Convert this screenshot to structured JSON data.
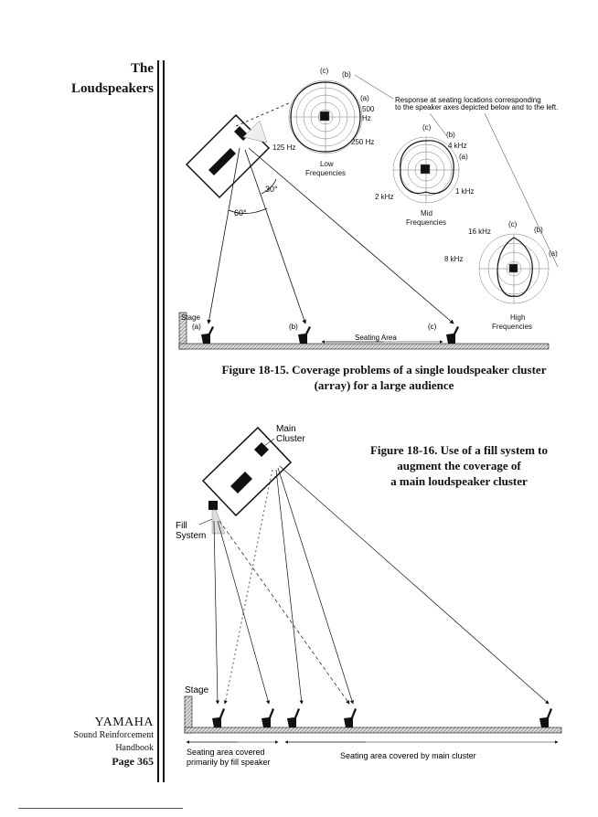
{
  "sidebar": {
    "title_line1": "The",
    "title_line2": "Loudspeakers",
    "footer_brand": "YAMAHA",
    "footer_line2": "Sound Reinforcement",
    "footer_line3": "Handbook",
    "footer_page": "Page 365"
  },
  "fig15": {
    "caption_line1": "Figure 18-15.  Coverage problems of a single loudspeaker cluster",
    "caption_line2": "(array) for a large audience",
    "stage": "Stage",
    "seat_a": "(a)",
    "seat_b": "(b)",
    "seat_c": "(c)",
    "seating_area": "Seating Area",
    "angle_30": "30°",
    "angle_60": "60°",
    "response_note_line1": "Response at seating locations corresponding",
    "response_note_line2": "to the speaker axes depicted below and to the left.",
    "low": {
      "a": "(a)",
      "b": "(b)",
      "c": "(c)",
      "f125": "125 Hz",
      "f250": "250 Hz",
      "f500a": "500",
      "f500b": "Hz",
      "label1": "Low",
      "label2": "Frequencies"
    },
    "mid": {
      "a": "(a)",
      "b": "(b)",
      "c": "(c)",
      "f4k": "4 kHz",
      "f1k": "1 kHz",
      "f2k": "2 kHz",
      "label1": "Mid",
      "label2": "Frequencies"
    },
    "high": {
      "a": "(a)",
      "b": "(b)",
      "c": "(c)",
      "f16k": "16 kHz",
      "f8k": "8 kHz",
      "label1": "High",
      "label2": "Frequencies"
    }
  },
  "fig16": {
    "caption_line1": "Figure 18-16.  Use of a fill system to",
    "caption_line2": "augment the coverage of",
    "caption_line3": "a main loudspeaker cluster",
    "main_cluster_1": "Main",
    "main_cluster_2": "Cluster",
    "fill_1": "Fill",
    "fill_2": "System",
    "stage": "Stage",
    "fill_area_1": "Seating area covered",
    "fill_area_2": "primarily by fill speaker",
    "main_area": "Seating area covered by main cluster"
  }
}
